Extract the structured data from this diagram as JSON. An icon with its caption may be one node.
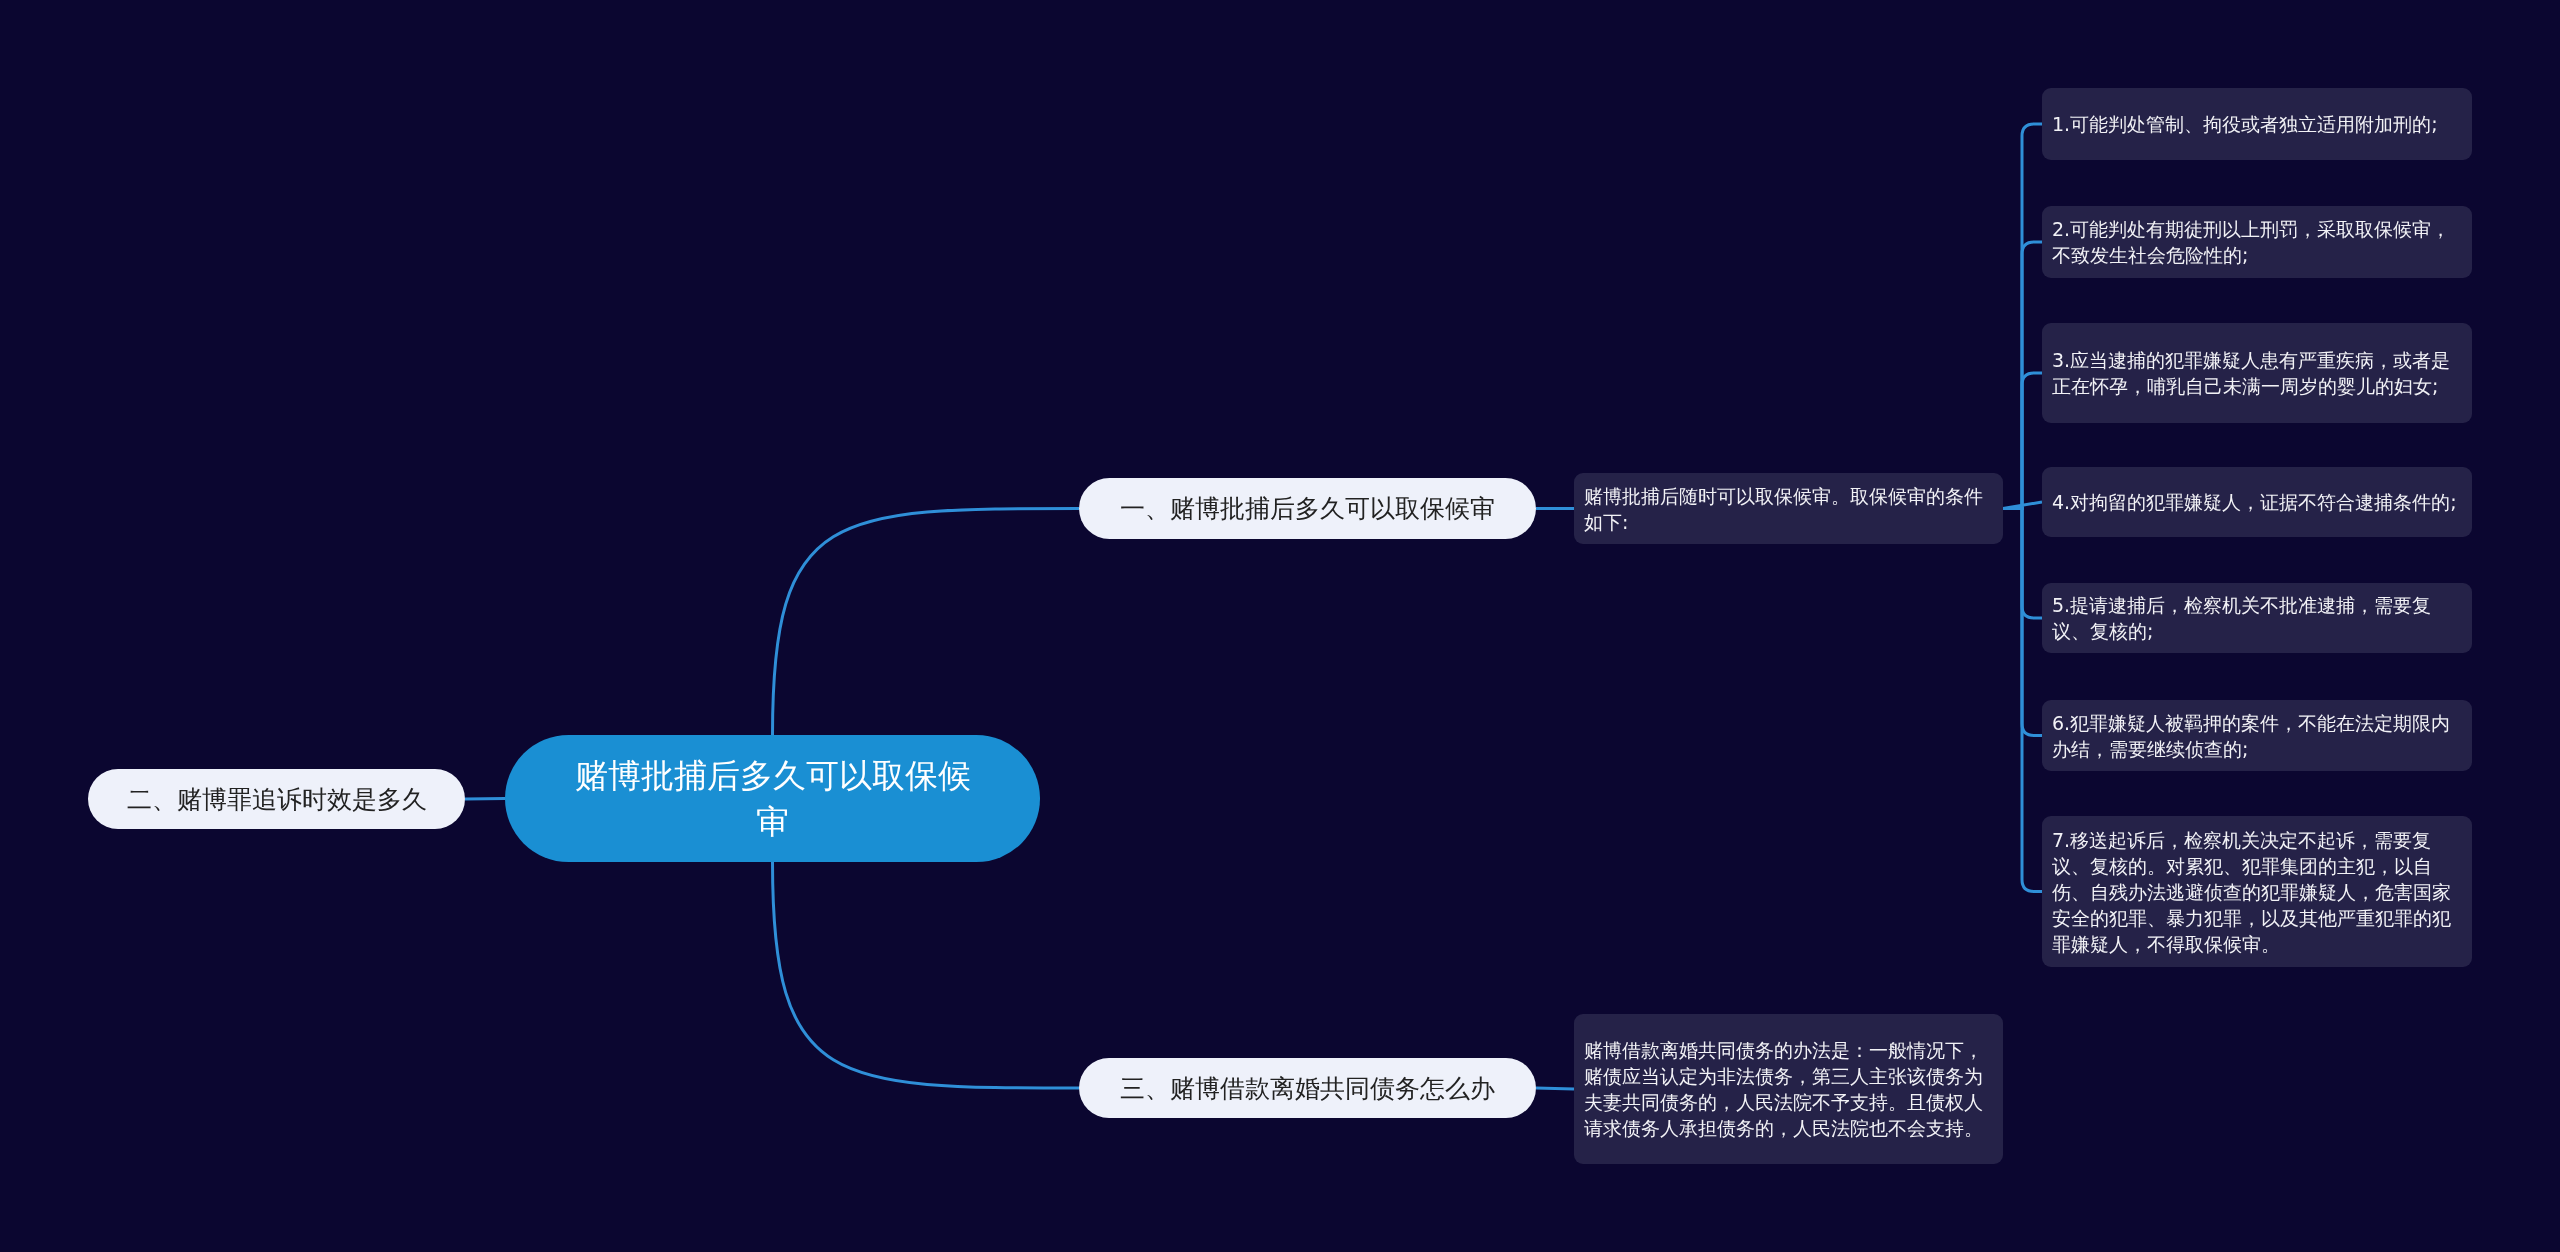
{
  "diagram": {
    "nodes": [
      {
        "text": [
          "赌博批捕后多久可以取保候审"
        ]
      },
      {
        "text": [
          "一、赌博批捕后多久可以取保候审"
        ]
      },
      {
        "text": [
          "二、赌博罪追诉时效是多久"
        ]
      },
      {
        "text": [
          "三、赌博借款离婚共同债务怎么办"
        ]
      },
      {
        "text": [
          "赌博批捕后随时可以取保候审。取保候审的条件如下:"
        ]
      },
      {
        "text": [
          "1.可能判处管制、拘役或者独立适用附加刑的;"
        ]
      },
      {
        "text": [
          "2.可能判处有期徒刑以上刑罚，采取取保候审，不致发生社会危险性的;"
        ]
      },
      {
        "text": [
          "3.应当逮捕的犯罪嫌疑人患有严重疾病，或者是正在怀孕，哺乳自己未满一周岁的婴儿的妇女;"
        ]
      },
      {
        "text": [
          "4.对拘留的犯罪嫌疑人，证据不符合逮捕条件的;"
        ]
      },
      {
        "text": [
          "5.提请逮捕后，检察机关不批准逮捕，需要复议、复核的;"
        ]
      },
      {
        "text": [
          "6.犯罪嫌疑人被羁押的案件，不能在法定期限内办结，需要继续侦查的;"
        ]
      },
      {
        "text": [
          "7.移送起诉后，检察机关决定不起诉，需要复议、复核的。对累犯、犯罪集团的主犯，以自伤、自残办法逃避侦查的犯罪嫌疑人，危害国家安全的犯罪、暴力犯罪，以及其他严重犯罪的犯罪嫌疑人，不得取保候审。"
        ]
      },
      {
        "text": [
          "赌博借款离婚共同债务的办法是：一般情况下，赌债应当认定为非法债务，第三人主张该债务为夫妻共同债务的，人民法院不予支持。且债权人请求债务人承担债务的，人民法院也不会支持。"
        ]
      }
    ],
    "edges": [
      {
        "from": 0,
        "to": 1,
        "arrow": "none"
      },
      {
        "from": 0,
        "to": 2,
        "arrow": "none"
      },
      {
        "from": 0,
        "to": 3,
        "arrow": "none"
      },
      {
        "from": 1,
        "to": 4,
        "arrow": "none"
      },
      {
        "from": 4,
        "to": 5,
        "arrow": "none"
      },
      {
        "from": 4,
        "to": 6,
        "arrow": "none"
      },
      {
        "from": 4,
        "to": 7,
        "arrow": "none"
      },
      {
        "from": 4,
        "to": 8,
        "arrow": "none"
      },
      {
        "from": 4,
        "to": 9,
        "arrow": "none"
      },
      {
        "from": 4,
        "to": 10,
        "arrow": "none"
      },
      {
        "from": 4,
        "to": 11,
        "arrow": "none"
      },
      {
        "from": 3,
        "to": 12,
        "arrow": "none"
      }
    ]
  }
}
